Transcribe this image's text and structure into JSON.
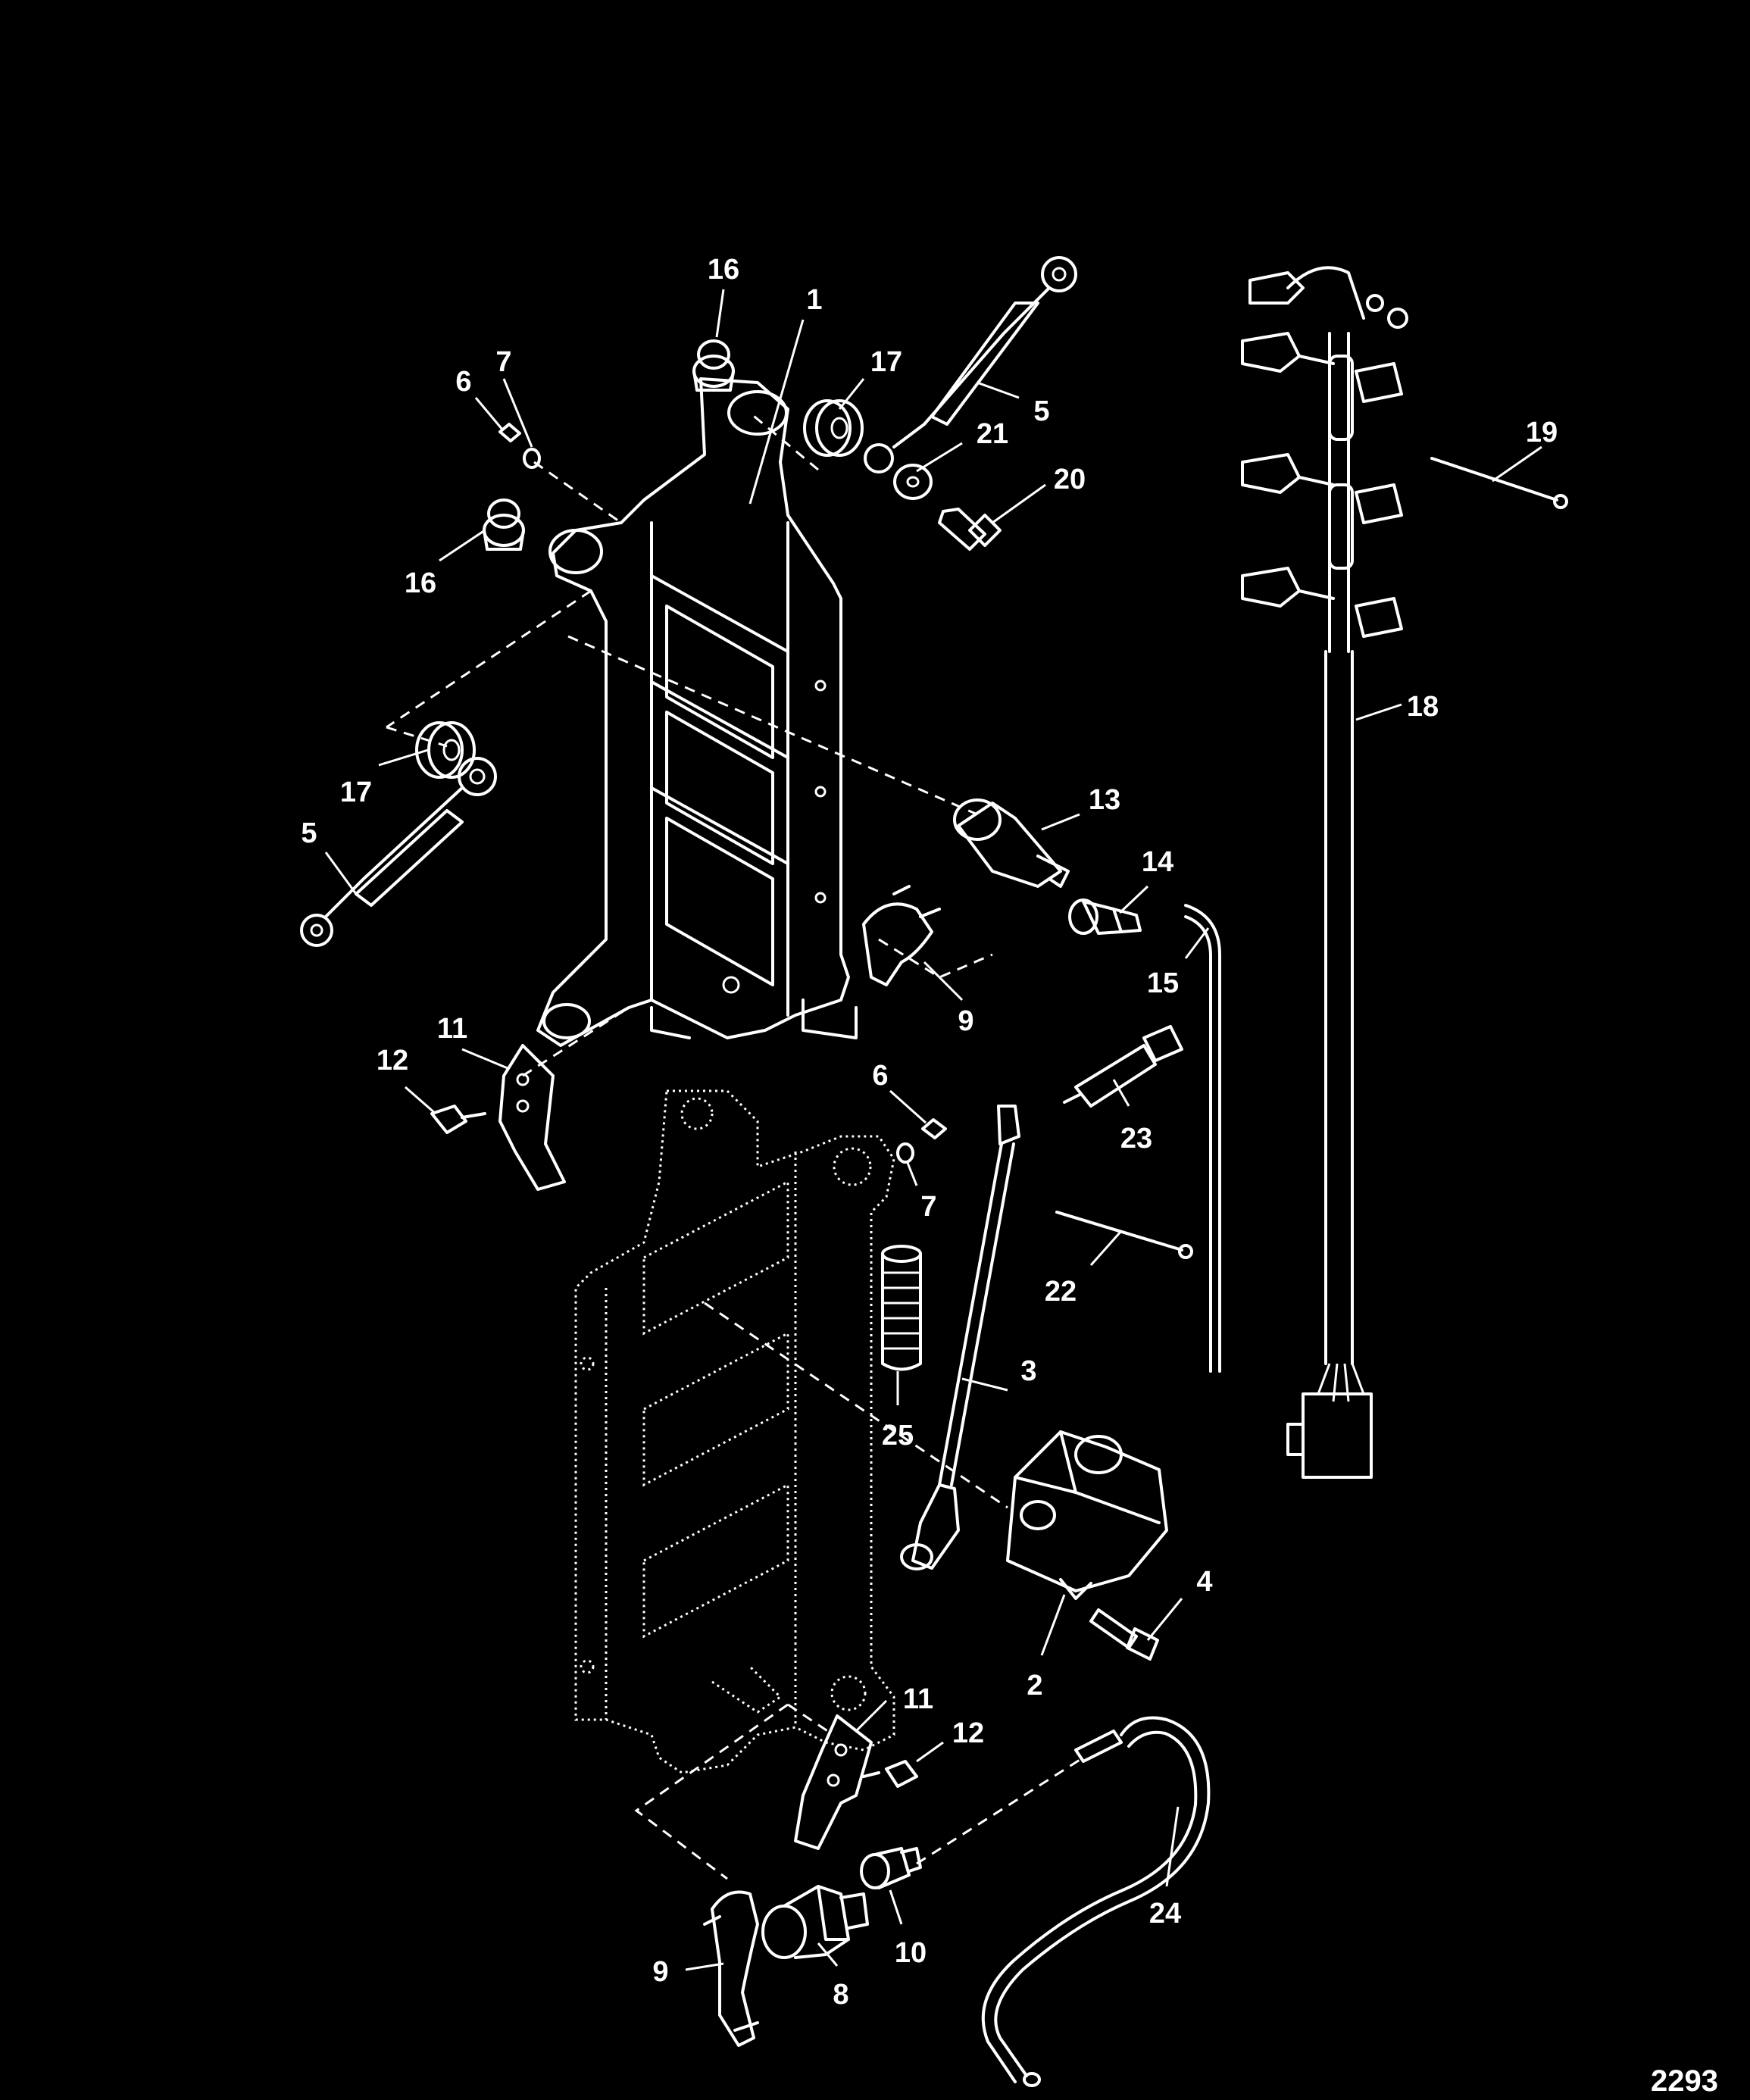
{
  "figure_number": "2293",
  "callouts": [
    {
      "id": "c16a",
      "label": "16"
    },
    {
      "id": "c1",
      "label": "1"
    },
    {
      "id": "c7a",
      "label": "7"
    },
    {
      "id": "c6a",
      "label": "6"
    },
    {
      "id": "c17a",
      "label": "17"
    },
    {
      "id": "c5a",
      "label": "5"
    },
    {
      "id": "c21",
      "label": "21"
    },
    {
      "id": "c20",
      "label": "20"
    },
    {
      "id": "c16b",
      "label": "16"
    },
    {
      "id": "c19",
      "label": "19"
    },
    {
      "id": "c18",
      "label": "18"
    },
    {
      "id": "c17b",
      "label": "17"
    },
    {
      "id": "c5b",
      "label": "5"
    },
    {
      "id": "c13",
      "label": "13"
    },
    {
      "id": "c14",
      "label": "14"
    },
    {
      "id": "c15",
      "label": "15"
    },
    {
      "id": "c9a",
      "label": "9"
    },
    {
      "id": "c11a",
      "label": "11"
    },
    {
      "id": "c12a",
      "label": "12"
    },
    {
      "id": "c6b",
      "label": "6"
    },
    {
      "id": "c23",
      "label": "23"
    },
    {
      "id": "c7b",
      "label": "7"
    },
    {
      "id": "c22",
      "label": "22"
    },
    {
      "id": "c3",
      "label": "3"
    },
    {
      "id": "c25",
      "label": "25"
    },
    {
      "id": "c4",
      "label": "4"
    },
    {
      "id": "c2",
      "label": "2"
    },
    {
      "id": "c11b",
      "label": "11"
    },
    {
      "id": "c12b",
      "label": "12"
    },
    {
      "id": "c24",
      "label": "24"
    },
    {
      "id": "c10",
      "label": "10"
    },
    {
      "id": "c9b",
      "label": "9"
    },
    {
      "id": "c8",
      "label": "8"
    }
  ]
}
